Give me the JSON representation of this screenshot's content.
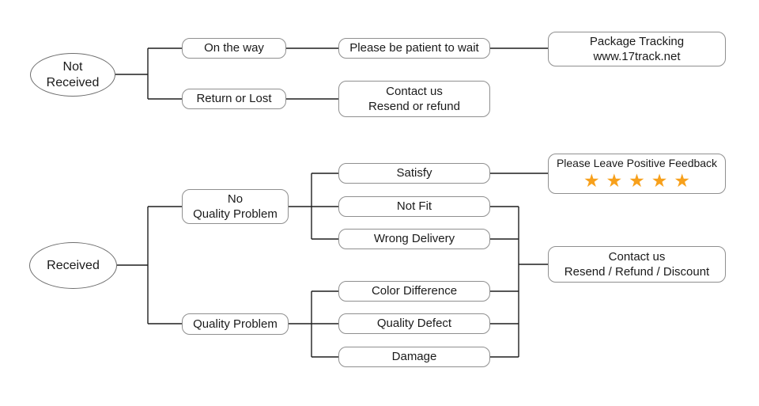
{
  "styles": {
    "background": "#ffffff",
    "connector_color": "#1f1f1f",
    "box_border_color": "#8f8f8f",
    "text_color": "#1a1a1a",
    "star_color": "#f7a01b"
  },
  "flowchart": {
    "not_received": {
      "line1": "Not",
      "line2": "Received"
    },
    "on_the_way": {
      "label": "On the way"
    },
    "return_or_lost": {
      "label": "Return or Lost"
    },
    "please_be_patient": {
      "label": "Please be patient to wait"
    },
    "contact_resend_refund": {
      "line1": "Contact us",
      "line2": "Resend or refund"
    },
    "package_tracking": {
      "line1": "Package Tracking",
      "line2": "www.17track.net"
    },
    "received": {
      "label": "Received"
    },
    "no_quality_problem": {
      "line1": "No",
      "line2": "Quality Problem"
    },
    "quality_problem": {
      "label": "Quality Problem"
    },
    "satisfy": {
      "label": "Satisfy"
    },
    "not_fit": {
      "label": "Not Fit"
    },
    "wrong_delivery": {
      "label": "Wrong Delivery"
    },
    "color_difference": {
      "label": "Color Difference"
    },
    "quality_defect": {
      "label": "Quality Defect"
    },
    "damage": {
      "label": "Damage"
    },
    "positive_feedback": {
      "label": "Please Leave Positive Feedback",
      "stars": "★★★★★",
      "star_count": "5"
    },
    "contact_discount": {
      "line1": "Contact us",
      "line2": "Resend / Refund / Discount"
    }
  }
}
